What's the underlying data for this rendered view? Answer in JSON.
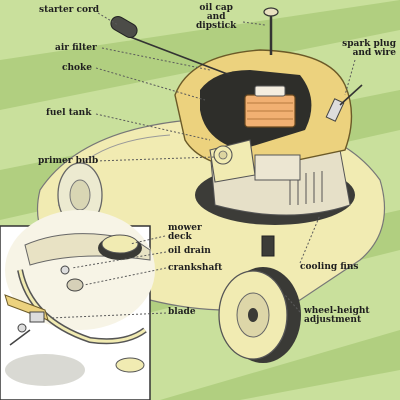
{
  "labels": {
    "starter_cord": "starter cord",
    "oil_cap_line1": "oil cap",
    "oil_cap_line2": "and",
    "oil_cap_line3": "dipstick",
    "spark_plug_line1": "spark plug",
    "spark_plug_line2": "and wire",
    "air_filter": "air filter",
    "choke": "choke",
    "fuel_tank": "fuel tank",
    "primer_bulb": "primer bulb",
    "mower_deck_line1": "mower",
    "mower_deck_line2": "deck",
    "oil_drain": "oil drain",
    "crankshaft": "crankshaft",
    "cooling_fins": "cooling fins",
    "blade": "blade",
    "wheel_height_line1": "wheel-height",
    "wheel_height_line2": "adjustment"
  },
  "colors": {
    "lawn_light": "#c9e09c",
    "lawn_dark": "#b1cf80",
    "engine_yellow": "#ecd27e",
    "engine_dark": "#3c3c38",
    "deck_cream": "#f1ebb2",
    "filter_orange": "#f1b072",
    "inset_bg": "#ffffff",
    "leader_line": "#5a5a5a"
  }
}
